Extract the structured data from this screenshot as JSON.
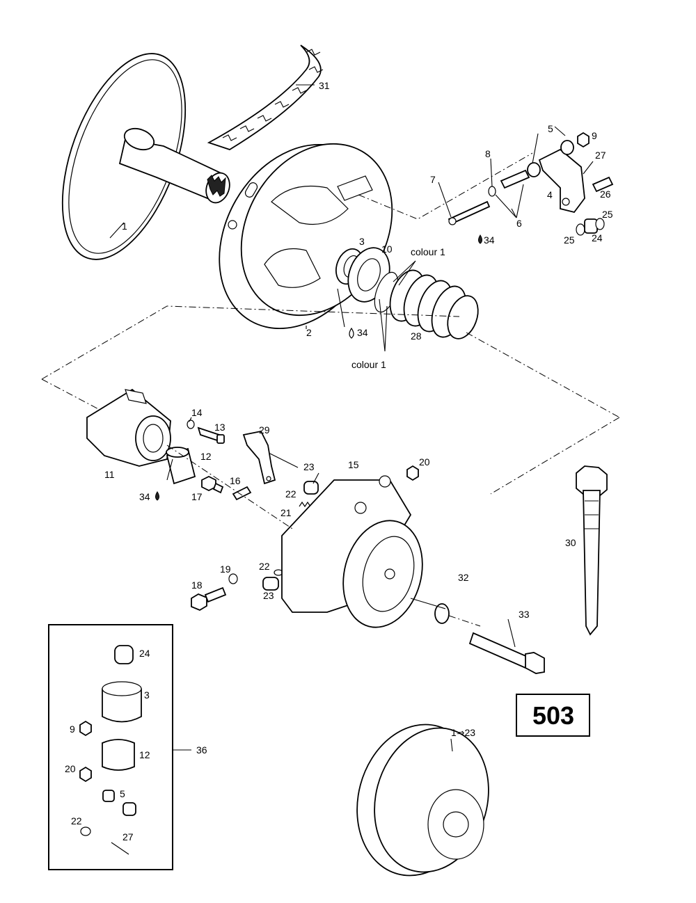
{
  "diagram_number": "503",
  "callouts": {
    "c1": "1",
    "c2": "2",
    "c3": "3",
    "c4": "4",
    "c5": "5",
    "c6": "6",
    "c7": "7",
    "c8": "8",
    "c9": "9",
    "c10": "10",
    "c11": "11",
    "c12": "12",
    "c13": "13",
    "c14": "14",
    "c15": "15",
    "c16": "16",
    "c17": "17",
    "c18": "18",
    "c19": "19",
    "c20": "20",
    "c21": "21",
    "c22a": "22",
    "c22b": "22",
    "c23a": "23",
    "c23b": "23",
    "c24": "24",
    "c25a": "25",
    "c25b": "25",
    "c26": "26",
    "c27": "27",
    "c28": "28",
    "c29": "29",
    "c30": "30",
    "c31": "31",
    "c32": "32",
    "c33": "33",
    "c34a": "34",
    "c34b": "34",
    "c34c": "34",
    "c36": "36",
    "colour_top": "colour 1",
    "colour_bottom": "colour 1",
    "assembly_range": "1⇒23"
  },
  "kit_box": {
    "k24": "24",
    "k3": "3",
    "k9": "9",
    "k12": "12",
    "k20": "20",
    "k5": "5",
    "k22": "22",
    "k27": "27"
  }
}
